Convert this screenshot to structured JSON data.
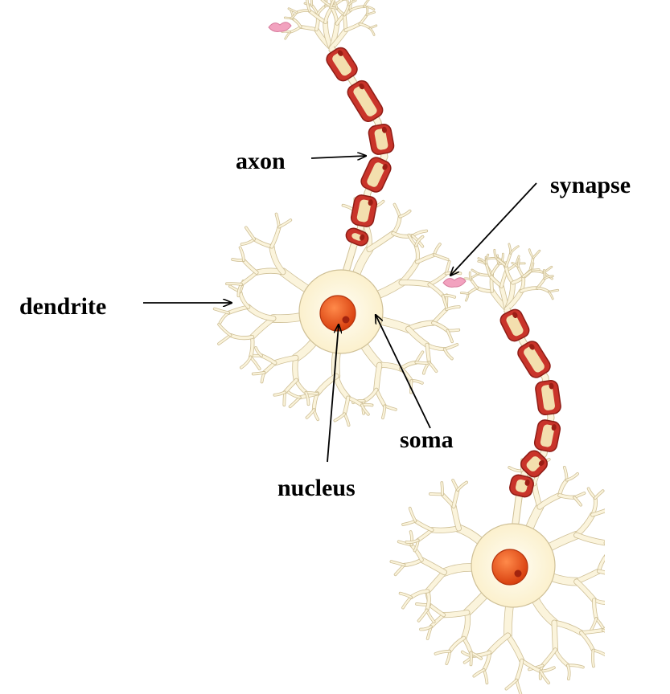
{
  "labels": {
    "axon": "axon",
    "synapse": "synapse",
    "dendrite": "dendrite",
    "soma": "soma",
    "nucleus": "nucleus"
  },
  "colors": {
    "cell_body": "#fbf4dc",
    "cell_outline": "#cfc097",
    "myelin": "#c9342a",
    "myelin_inner": "#f3dfae",
    "nucleus": "#e8501e",
    "nucleolus": "#a2240f",
    "terminal": "#f2a2bf",
    "arrow": "#000000"
  }
}
